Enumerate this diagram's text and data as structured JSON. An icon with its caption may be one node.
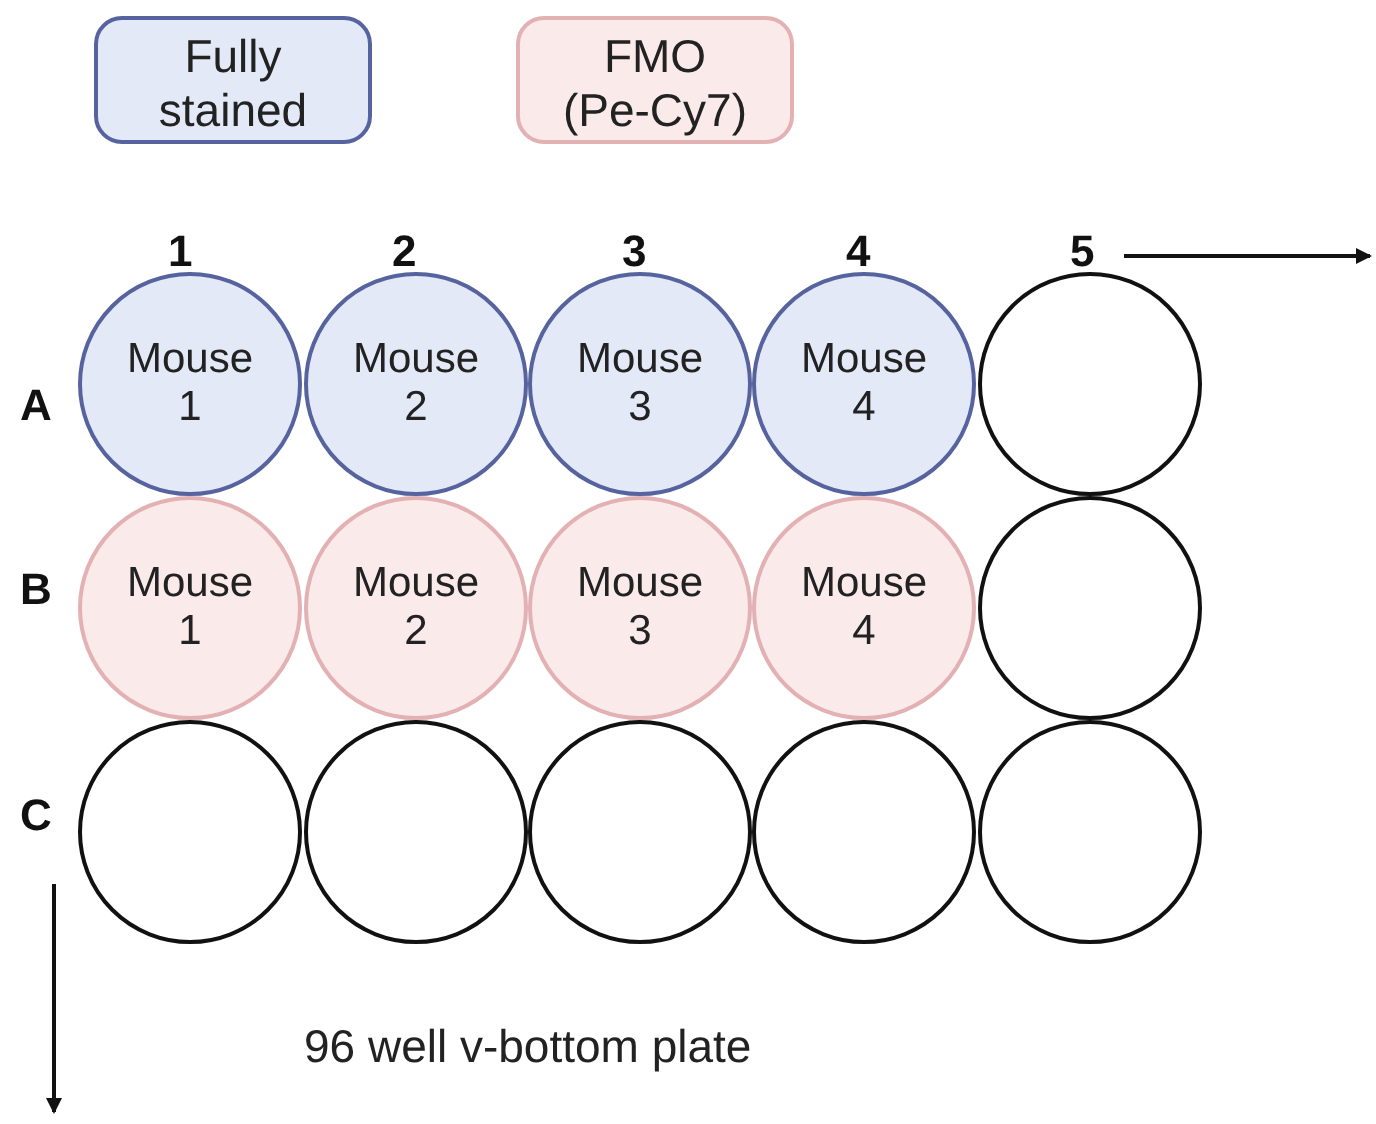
{
  "diagram": {
    "caption": "96 well v-bottom plate",
    "nodes": [
      {
        "text": [
          "Mouse 1"
        ]
      },
      {
        "text": [
          "Mouse 2"
        ]
      },
      {
        "text": [
          "Mouse 3"
        ]
      },
      {
        "text": [
          "Mouse 4"
        ]
      },
      {
        "text": [],
        "shape": "circle"
      },
      {
        "text": [
          "Mouse 1"
        ]
      },
      {
        "text": [
          "Mouse 2"
        ]
      },
      {
        "text": [
          "Mouse 3"
        ]
      },
      {
        "text": [
          "Mouse 4"
        ]
      },
      {
        "text": [],
        "shape": "circle"
      },
      {
        "text": [],
        "shape": "circle"
      },
      {
        "text": [],
        "shape": "circle"
      },
      {
        "text": [],
        "shape": "circle"
      },
      {
        "text": [],
        "shape": "circle"
      },
      {
        "text": [],
        "shape": "circle"
      }
    ],
    "labels": [
      "1",
      "2",
      "3",
      "4",
      "5",
      "A",
      "B",
      "C"
    ],
    "legend": [
      {
        "text": "Fully stained",
        "color": "#e4e9f8"
      },
      {
        "text": "FMO (Pe-Cy7)",
        "color": "#fbeaea"
      }
    ]
  }
}
